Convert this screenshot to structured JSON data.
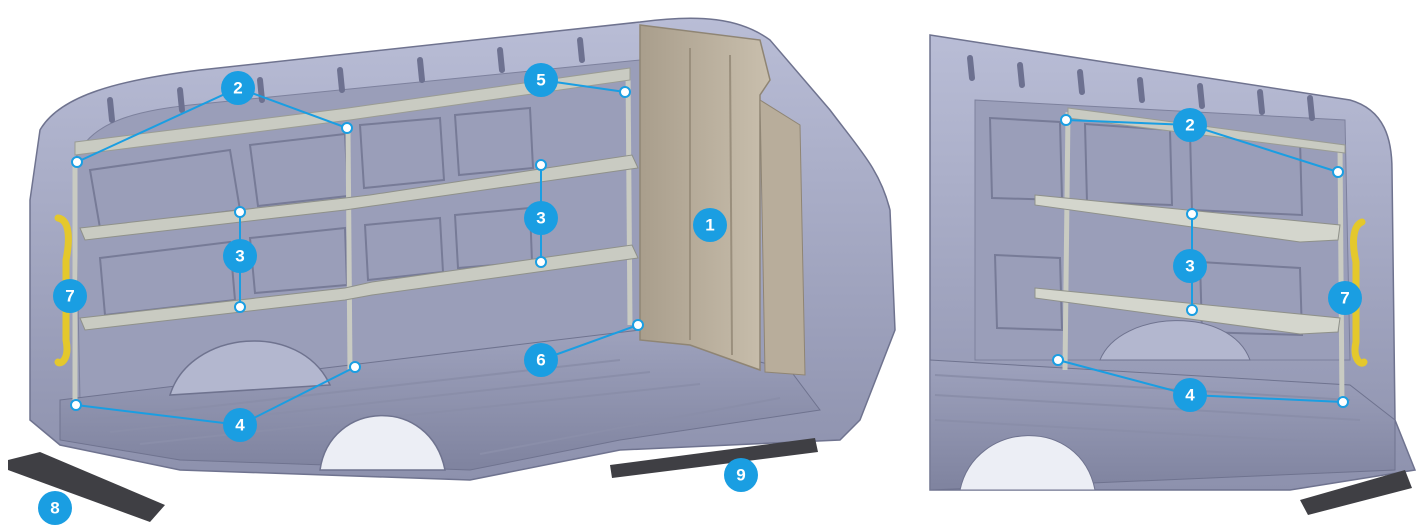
{
  "colors": {
    "badge": "#1a9ee2",
    "leader": "#1a9ee2",
    "van_body": "#a7abc6",
    "van_shadow": "#7a7e9b",
    "shelf": "#c7c9c0",
    "partition": "#b9ae9c",
    "step": "#3f3f44"
  },
  "callouts": [
    {
      "id": "c1",
      "label": "1"
    },
    {
      "id": "c2a",
      "label": "2"
    },
    {
      "id": "c3a",
      "label": "3"
    },
    {
      "id": "c3b",
      "label": "3"
    },
    {
      "id": "c4a",
      "label": "4"
    },
    {
      "id": "c5",
      "label": "5"
    },
    {
      "id": "c6",
      "label": "6"
    },
    {
      "id": "c7a",
      "label": "7"
    },
    {
      "id": "c8",
      "label": "8"
    },
    {
      "id": "c9",
      "label": "9"
    },
    {
      "id": "c2b",
      "label": "2"
    },
    {
      "id": "c3c",
      "label": "3"
    },
    {
      "id": "c4b",
      "label": "4"
    },
    {
      "id": "c7b",
      "label": "7"
    }
  ]
}
